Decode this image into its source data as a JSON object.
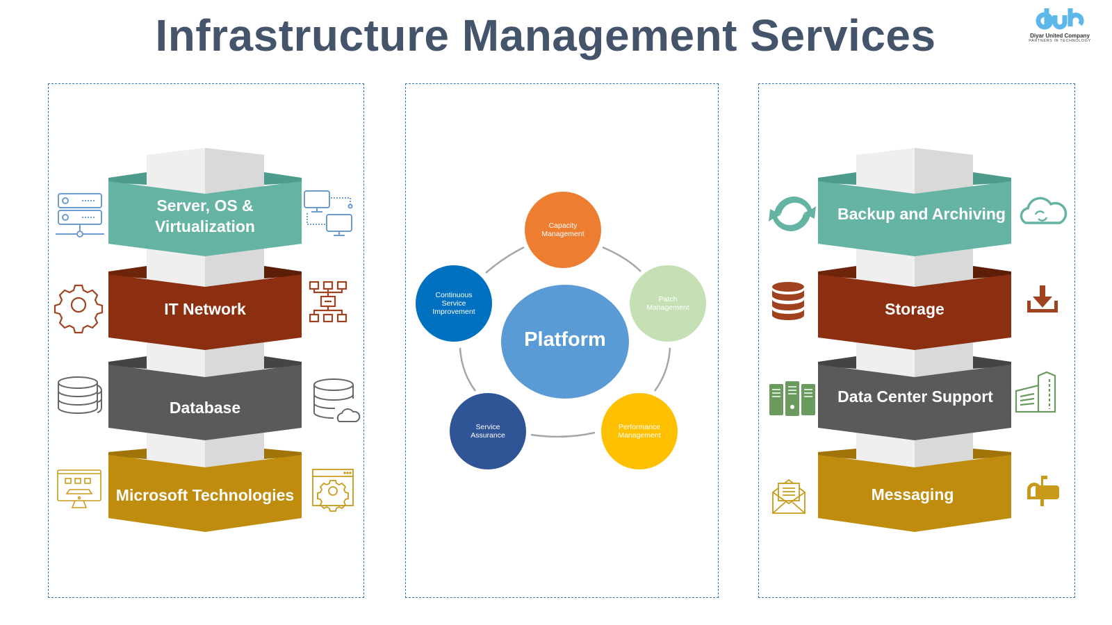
{
  "title": "Infrastructure Management Services",
  "logo": {
    "mark": "dub",
    "company": "Diyar United Company",
    "tagline": "PARTNERS IN TECHNOLOGY",
    "color": "#5bb8e8"
  },
  "left_column": {
    "tiers": [
      {
        "label_line1": "Server, OS &",
        "label_line2": "Virtualization",
        "color": "#65b3a3",
        "left_icon": "server-rack-icon",
        "right_icon": "connected-computers-icon",
        "icon_color": "#6c9bd2"
      },
      {
        "label": "IT Network",
        "color": "#8b2f10",
        "left_icon": "gear-icon",
        "right_icon": "network-hierarchy-icon",
        "icon_color": "#a0411f"
      },
      {
        "label": "Database",
        "color": "#5a5a5a",
        "left_icon": "database-stack-icon",
        "right_icon": "database-cloud-icon",
        "icon_color": "#666666"
      },
      {
        "label": "Microsoft Technologies",
        "color": "#bf8c0e",
        "left_icon": "desktop-monitor-icon",
        "right_icon": "browser-settings-icon",
        "icon_color": "#c99a1a"
      }
    ]
  },
  "center_column": {
    "hub": {
      "label": "Platform",
      "color": "#5b9bd5"
    },
    "nodes": [
      {
        "label": "Capacity Management",
        "color": "#ed7d31"
      },
      {
        "label": "Patch Management",
        "color": "#c5e0b4"
      },
      {
        "label": "Performance Management",
        "color": "#ffc000"
      },
      {
        "label": "Service Assurance",
        "color": "#2f5597"
      },
      {
        "label": "Continuous Service Improvement",
        "color": "#0070c0"
      }
    ]
  },
  "right_column": {
    "tiers": [
      {
        "label": "Backup and Archiving",
        "color": "#65b3a3",
        "left_icon": "sync-arrows-icon",
        "right_icon": "cloud-sync-icon",
        "icon_color": "#65b3a3"
      },
      {
        "label": "Storage",
        "color": "#8b2f10",
        "left_icon": "storage-drive-icon",
        "right_icon": "download-tray-icon",
        "icon_color": "#a0411f"
      },
      {
        "label": "Data Center Support",
        "color": "#5a5a5a",
        "left_icon": "server-towers-icon",
        "right_icon": "office-building-icon",
        "icon_color": "#6a9a5e"
      },
      {
        "label": "Messaging",
        "color": "#bf8c0e",
        "left_icon": "open-envelope-icon",
        "right_icon": "mailbox-icon",
        "icon_color": "#c99a1a"
      }
    ]
  }
}
